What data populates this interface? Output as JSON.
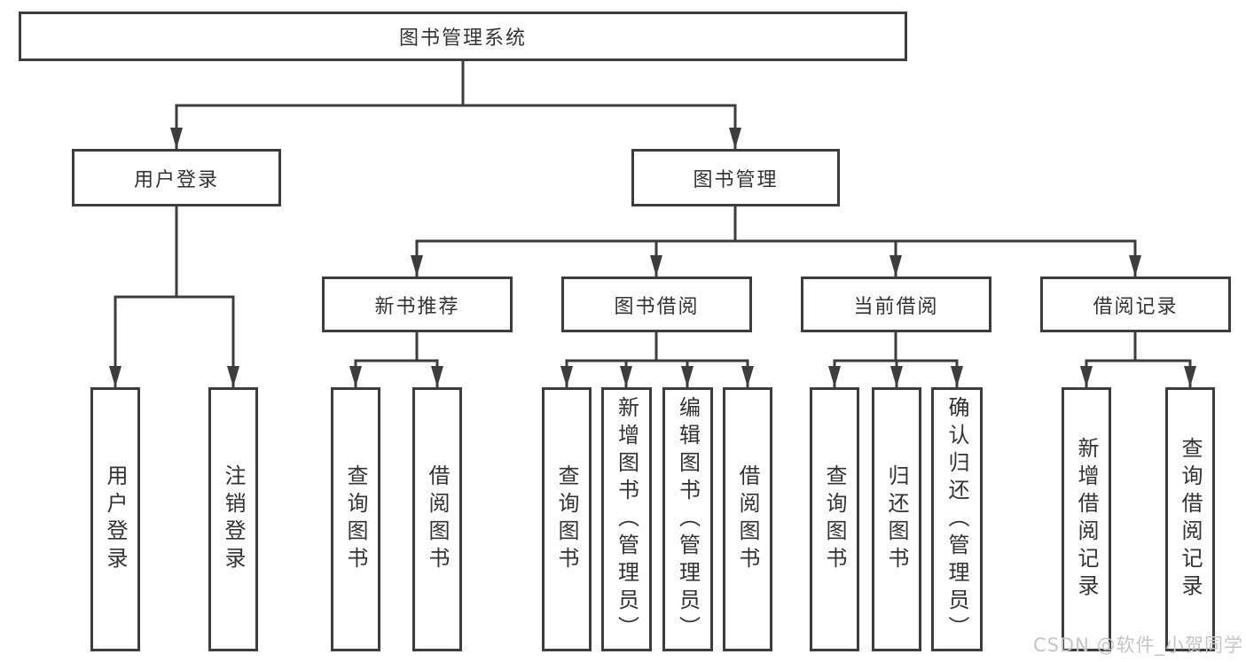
{
  "diagram": {
    "root_label": "图书管理系统",
    "level2": {
      "user_login": "用户登录",
      "book_mgmt": "图书管理"
    },
    "level3": {
      "new_books": "新书推荐",
      "book_borrow": "图书借阅",
      "current_borrow": "当前借阅",
      "borrow_records": "借阅记录"
    },
    "leaves": {
      "user_login": "用户登录",
      "logout": "注销登录",
      "nb_query_books": "查询图书",
      "nb_borrow_books": "借阅图书",
      "bb_query_books": "查询图书",
      "bb_add_books": "新增图书（管理员）",
      "bb_edit_books": "编辑图书（管理员）",
      "bb_borrow_books": "借阅图书",
      "cb_query_books": "查询图书",
      "cb_return_books": "归还图书",
      "cb_confirm_return": "确认归还（管理员）",
      "br_add_record": "新增借阅记录",
      "br_query_record": "查询借阅记录"
    },
    "watermark": "CSDN @软件_小贺同学",
    "colors": {
      "line": "#3d3d3d",
      "text": "#333333",
      "background": "#ffffff",
      "watermark": "#c6c6c6"
    }
  }
}
